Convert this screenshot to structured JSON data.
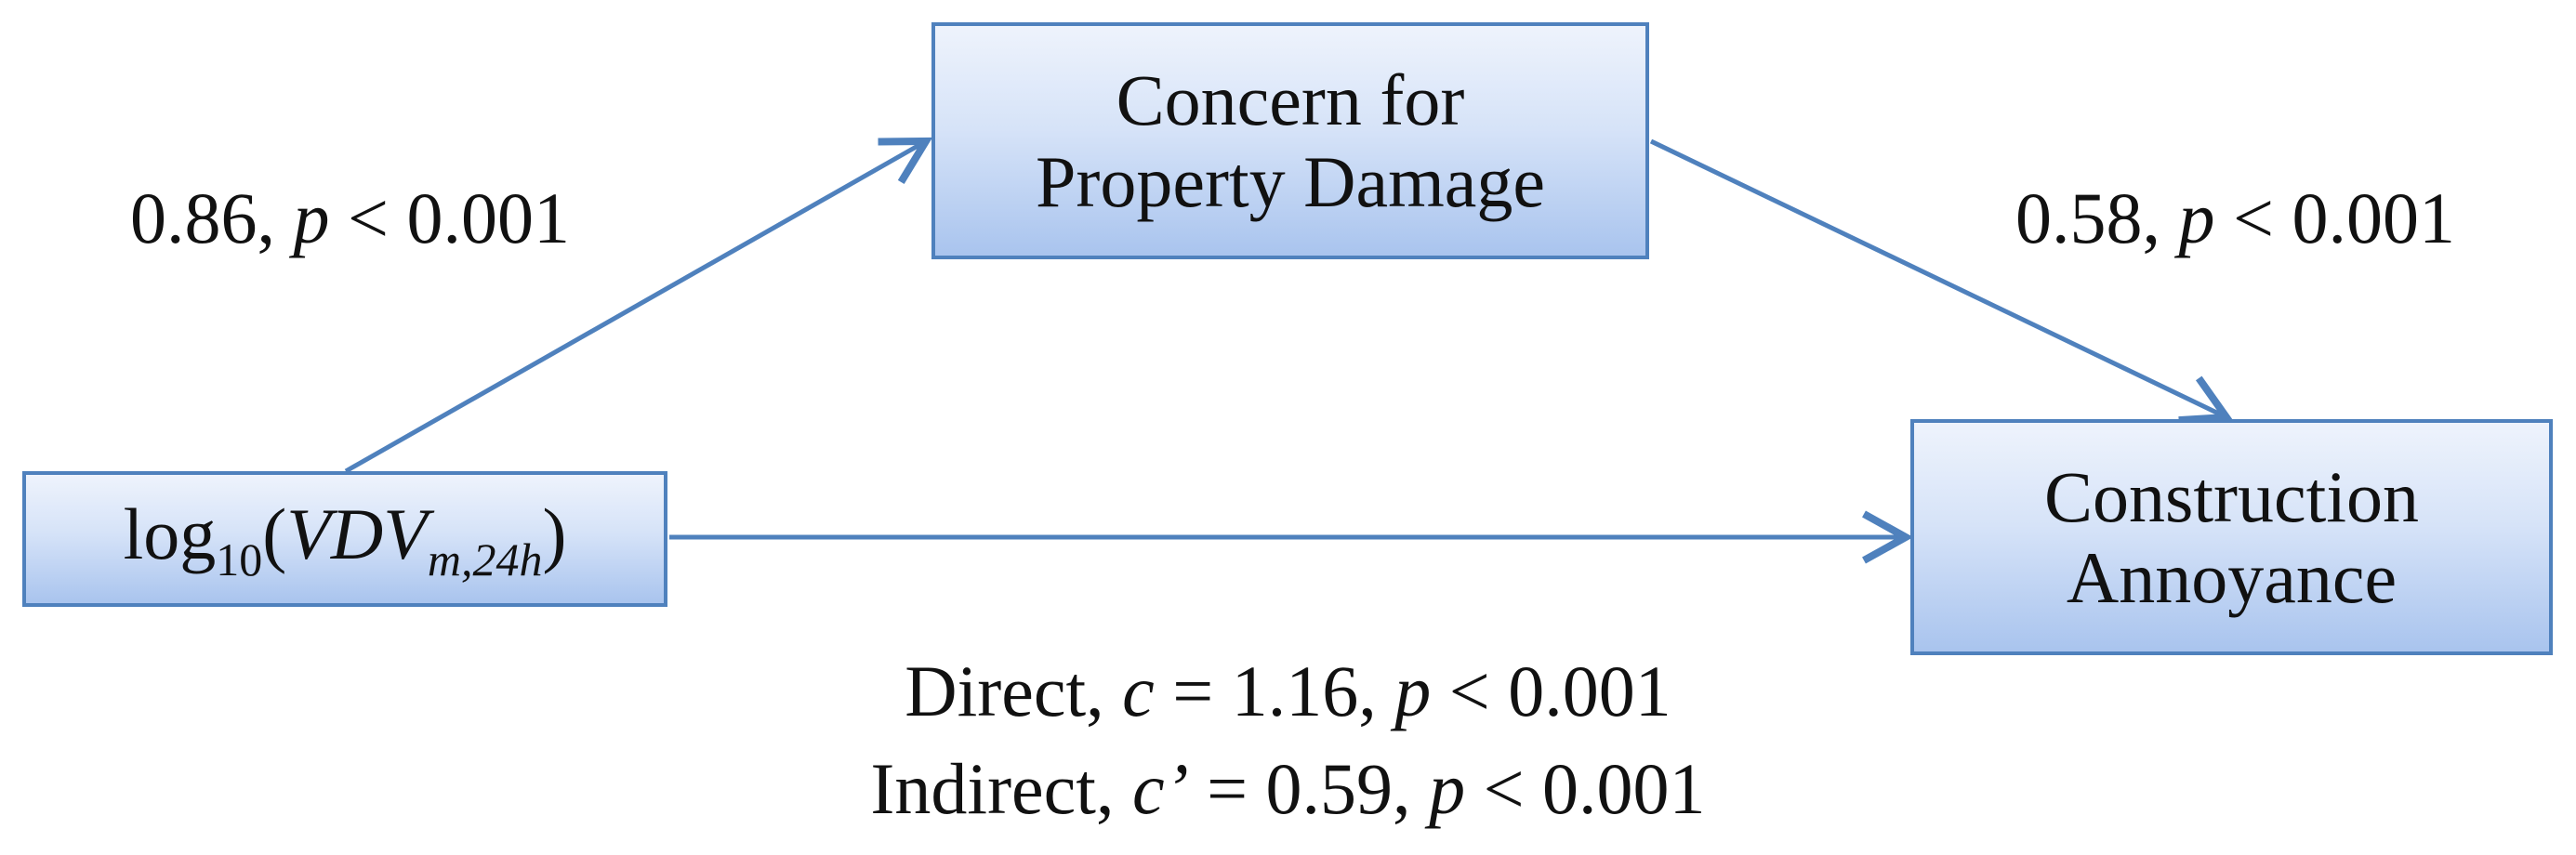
{
  "nodes": {
    "mediator": {
      "line1": "Concern for",
      "line2": "Property Damage"
    },
    "predictor": {
      "prefix": "log",
      "base": "10",
      "open": "(",
      "var": "VDV",
      "subscript": "m,24h",
      "close": ")"
    },
    "outcome": {
      "line1": "Construction",
      "line2": "Annoyance"
    }
  },
  "paths": {
    "a": {
      "coef": "0.86,",
      "p_symbol": "p",
      "p_rest": "< 0.001"
    },
    "b": {
      "coef": "0.58,",
      "p_symbol": "p",
      "p_rest": "< 0.001"
    },
    "direct": {
      "prefix": "Direct,",
      "sym": "c",
      "rest": "= 1.16,",
      "p_symbol": "p",
      "p_rest": "< 0.001"
    },
    "indirect": {
      "prefix": "Indirect,",
      "sym": "c’",
      "rest": "= 0.59,",
      "p_symbol": "p",
      "p_rest": "< 0.001"
    }
  },
  "colors": {
    "arrow": "#4f81bd",
    "box_border": "#4f81bd",
    "box_fill_top": "#eef3fc",
    "box_fill_bottom": "#a9c4ee"
  }
}
